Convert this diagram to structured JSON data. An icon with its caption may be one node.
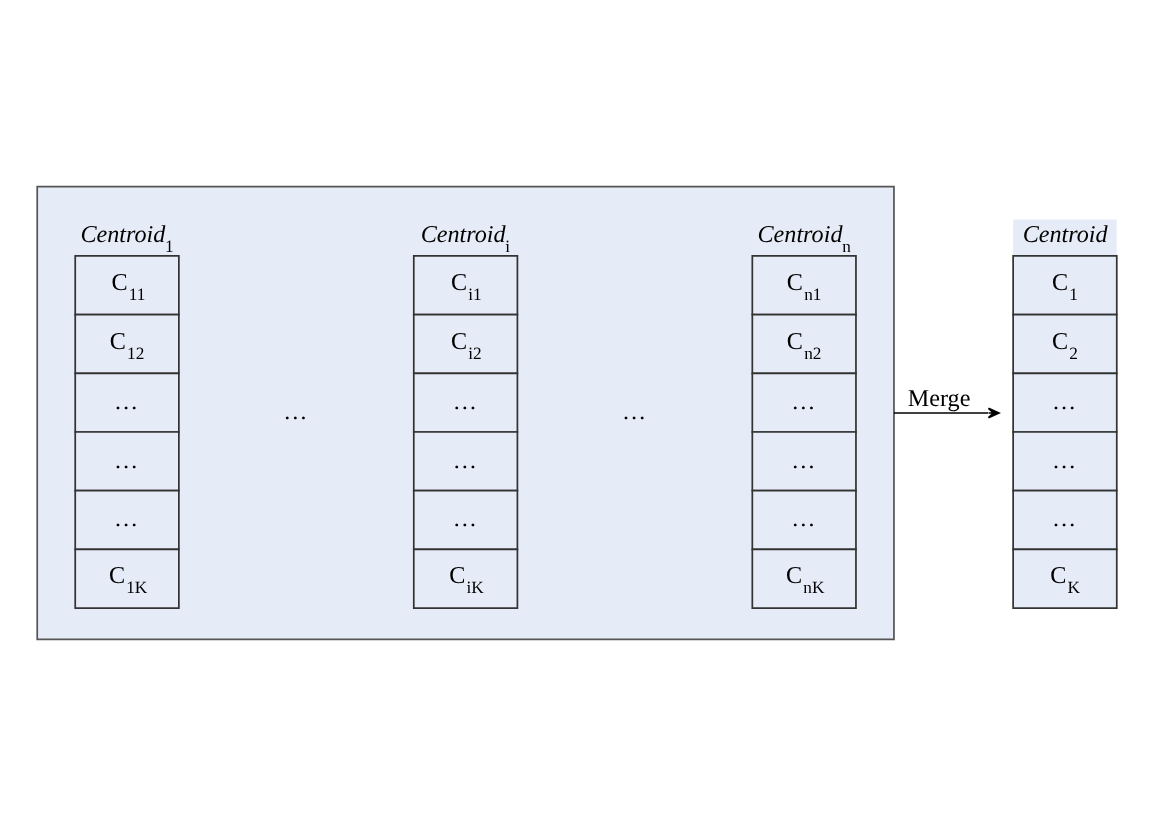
{
  "diagram": {
    "nodes": [
      {
        "text": [],
        "shape": "box"
      },
      {
        "text": [
          "*Centroid*$_{1}$",
          "C$_{11}$",
          "C$_{12}$",
          "…",
          "…",
          "…",
          "C$_{1K}$"
        ],
        "in": 0
      },
      {
        "text": [
          "*Centroid*$_{i}$",
          "C$_{i1}$",
          "C$_{i2}$",
          "…",
          "…",
          "…",
          "C$_{iK}$"
        ],
        "in": 0
      },
      {
        "text": [
          "*Centroid*$_{n}$",
          "C$_{n1}$",
          "C$_{n2}$",
          "…",
          "…",
          "…",
          "C$_{nK}$"
        ],
        "in": 0
      },
      {
        "text": [
          "*Centroid*",
          "C$_{1}$",
          "C$_{2}$",
          "…",
          "…",
          "…",
          "C$_{K}$"
        ]
      }
    ],
    "edges": [
      {
        "from": 0,
        "to": 4,
        "arrow": "to",
        "label": "Merge"
      }
    ],
    "labels": [
      "…",
      "…"
    ]
  }
}
